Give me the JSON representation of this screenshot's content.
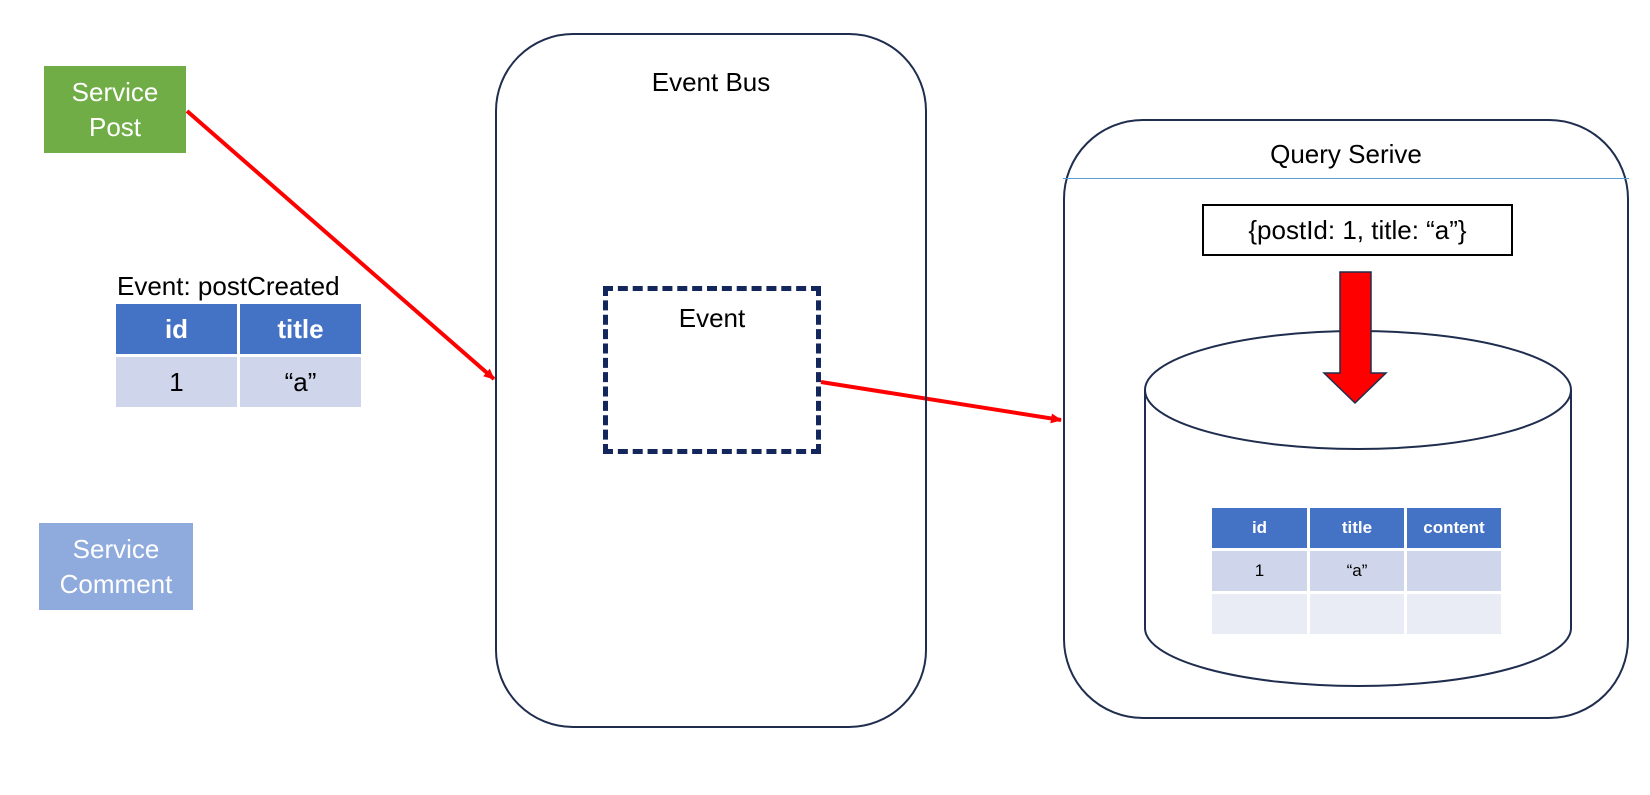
{
  "services": {
    "post": {
      "line1": "Service",
      "line2": "Post"
    },
    "comment": {
      "line1": "Service",
      "line2": "Comment"
    }
  },
  "event_message": {
    "label": "Event: postCreated",
    "headers": [
      "id",
      "title"
    ],
    "row": [
      "1",
      "“a”"
    ]
  },
  "event_bus": {
    "title": "Event Bus",
    "event_label": "Event"
  },
  "query_service": {
    "title": "Query Serive",
    "payload": "{postId: 1, title: “a”}",
    "table": {
      "headers": [
        "id",
        "title",
        "content"
      ],
      "rows": [
        [
          "1",
          "“a”",
          ""
        ],
        [
          "",
          "",
          ""
        ]
      ]
    }
  },
  "colors": {
    "service_post": "#70ad47",
    "service_comment": "#8faadc",
    "table_header": "#4472c4",
    "table_row": "#cfd5ea",
    "table_row_alt": "#e9ebf5",
    "arrow": "#ff0000",
    "outline": "#1f2d4e",
    "dashed": "#13275c"
  }
}
